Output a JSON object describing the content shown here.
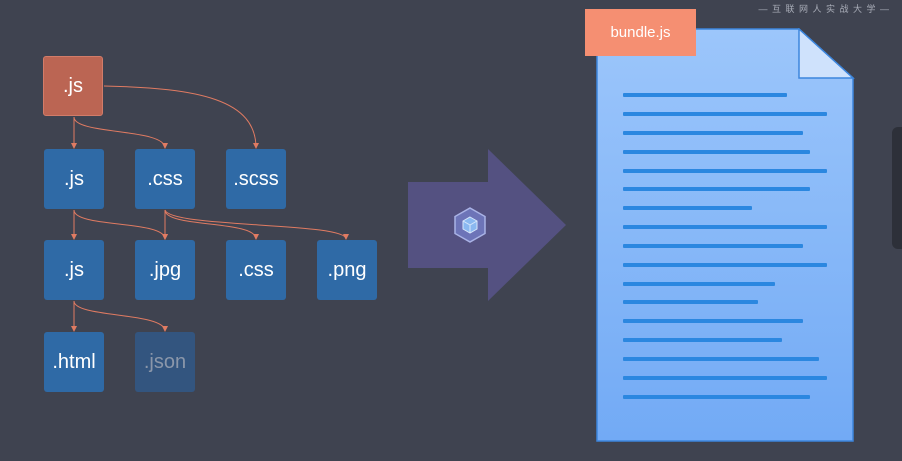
{
  "watermark": "— 互 联 网 人 实 战 大 学 —",
  "nodes": {
    "root_js": ".js",
    "js_level1": ".js",
    "css_level1": ".css",
    "scss_level1": ".scss",
    "js_level2": ".js",
    "jpg_level2": ".jpg",
    "css_level2": ".css",
    "png_level2": ".png",
    "html_level3": ".html",
    "json_level3": ".json"
  },
  "output": {
    "label": "bundle.js"
  },
  "colors": {
    "background": "#3f4350",
    "node": "#2f6aa6",
    "root_node": "#bb6553",
    "edge": "#e07b62",
    "arrow": "#545181",
    "document": "#8ab8f8",
    "label": "#f58f72"
  },
  "icons": {
    "center": "webpack-cube-icon"
  }
}
